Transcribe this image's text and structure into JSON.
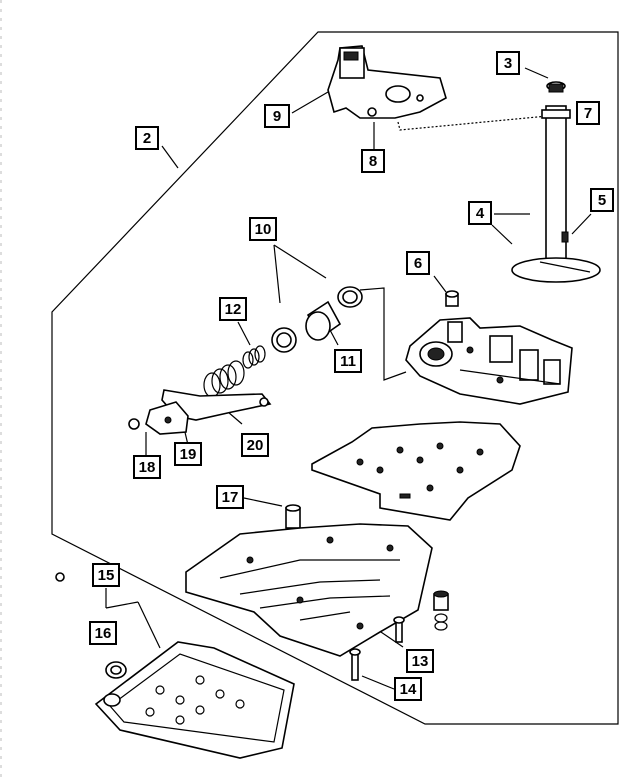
{
  "diagram": {
    "callouts": [
      {
        "id": "c1",
        "label": "2"
      },
      {
        "id": "c2",
        "label": "3"
      },
      {
        "id": "c3",
        "label": "4"
      },
      {
        "id": "c4",
        "label": "5"
      },
      {
        "id": "c5",
        "label": "6"
      },
      {
        "id": "c6",
        "label": "7"
      },
      {
        "id": "c7",
        "label": "8"
      },
      {
        "id": "c8",
        "label": "9"
      },
      {
        "id": "c9",
        "label": "10"
      },
      {
        "id": "c10",
        "label": "11"
      },
      {
        "id": "c11",
        "label": "12"
      },
      {
        "id": "c12",
        "label": "13"
      },
      {
        "id": "c13",
        "label": "14"
      },
      {
        "id": "c14",
        "label": "15"
      },
      {
        "id": "c15",
        "label": "16"
      },
      {
        "id": "c16",
        "label": "17"
      },
      {
        "id": "c17",
        "label": "18"
      },
      {
        "id": "c18",
        "label": "19"
      },
      {
        "id": "c19",
        "label": "20"
      }
    ]
  }
}
